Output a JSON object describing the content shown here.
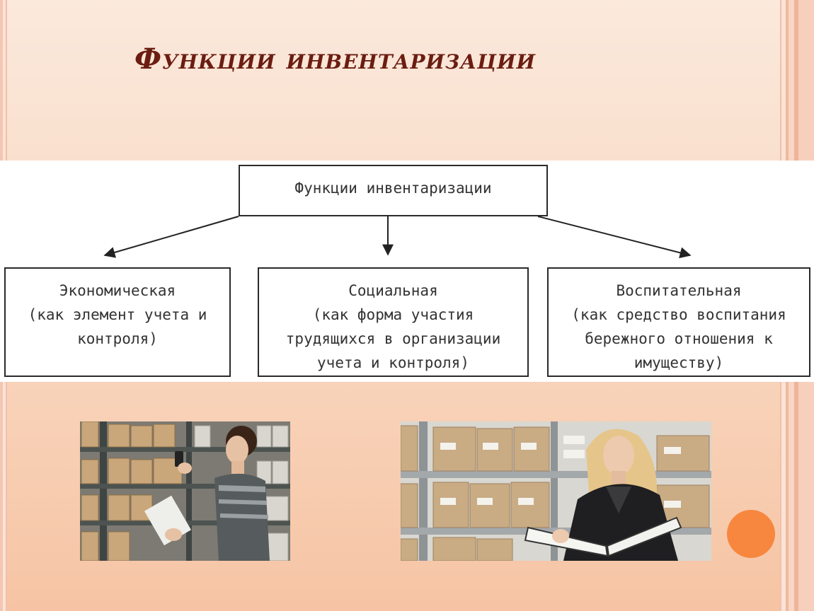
{
  "slide": {
    "title": "Функции инвентаризации"
  },
  "diagram": {
    "root": {
      "label": "Функции инвентаризации"
    },
    "children": [
      {
        "lines": [
          "Экономическая",
          "(как элемент учета и",
          "контроля)"
        ]
      },
      {
        "lines": [
          "Социальная",
          "(как форма участия",
          "трудящихся в организации",
          "учета и контроля)"
        ]
      },
      {
        "lines": [
          "Воспитательная",
          "(как средство воспитания",
          "бережного отношения к",
          "имуществу)"
        ]
      }
    ]
  },
  "colors": {
    "title": "#6b1d12",
    "accent_dot": "#f7873f",
    "background_top": "#fbe9dc",
    "background_bottom": "#f6c4a4"
  },
  "images": [
    {
      "name": "photo-woman-archive-shelves"
    },
    {
      "name": "photo-woman-reading-folder-warehouse"
    }
  ]
}
